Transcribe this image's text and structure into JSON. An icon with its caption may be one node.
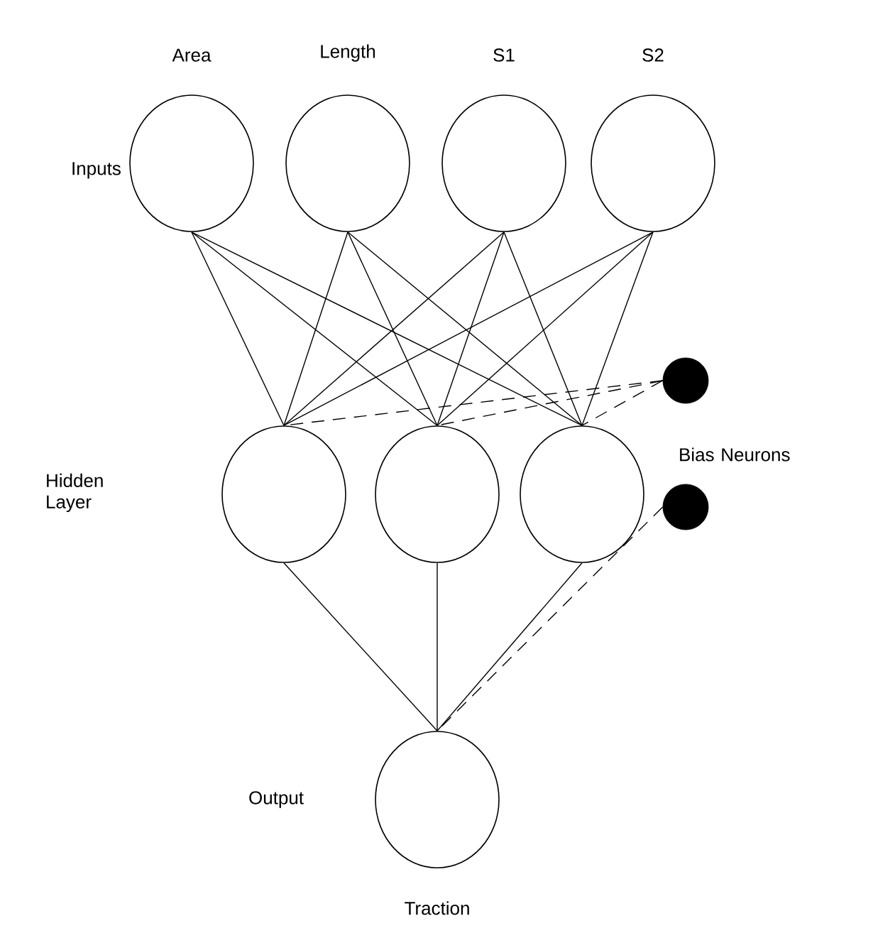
{
  "diagram": {
    "nodes": [
      {
        "text": [
          "Area"
        ]
      },
      {
        "text": [
          "Length"
        ]
      },
      {
        "text": [
          "S1"
        ]
      },
      {
        "text": [
          "S2"
        ]
      },
      {
        "text": [],
        "shape": "circle"
      },
      {
        "text": [],
        "shape": "circle"
      },
      {
        "text": [],
        "shape": "circle"
      },
      {
        "text": [
          "Traction"
        ]
      },
      {
        "text": [],
        "shape": "circle"
      },
      {
        "text": [],
        "shape": "circle"
      }
    ],
    "edges": [
      {
        "from": 0,
        "to": 4,
        "arrow": "none"
      },
      {
        "from": 0,
        "to": 5,
        "arrow": "none"
      },
      {
        "from": 0,
        "to": 6,
        "arrow": "none"
      },
      {
        "from": 1,
        "to": 4,
        "arrow": "none"
      },
      {
        "from": 1,
        "to": 5,
        "arrow": "none"
      },
      {
        "from": 1,
        "to": 6,
        "arrow": "none"
      },
      {
        "from": 2,
        "to": 4,
        "arrow": "none"
      },
      {
        "from": 2,
        "to": 5,
        "arrow": "none"
      },
      {
        "from": 2,
        "to": 6,
        "arrow": "none"
      },
      {
        "from": 3,
        "to": 4,
        "arrow": "none"
      },
      {
        "from": 3,
        "to": 5,
        "arrow": "none"
      },
      {
        "from": 3,
        "to": 6,
        "arrow": "none"
      },
      {
        "from": 4,
        "to": 7,
        "arrow": "none"
      },
      {
        "from": 5,
        "to": 7,
        "arrow": "none"
      },
      {
        "from": 6,
        "to": 7,
        "arrow": "none"
      },
      {
        "from": 8,
        "to": 4,
        "arrow": "none",
        "style": "dashed"
      },
      {
        "from": 8,
        "to": 5,
        "arrow": "none",
        "style": "dashed"
      },
      {
        "from": 8,
        "to": 6,
        "arrow": "none",
        "style": "dashed"
      },
      {
        "from": 9,
        "to": 7,
        "arrow": "none",
        "style": "dashed"
      }
    ],
    "labels": [
      "Inputs",
      "Hidden Layer",
      "Bias Neurons",
      "Output"
    ]
  }
}
